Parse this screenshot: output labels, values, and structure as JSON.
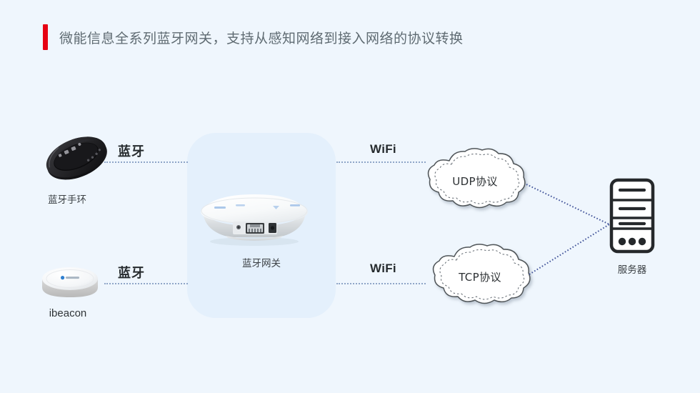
{
  "page": {
    "background_color": "#eff6fd",
    "accent_color": "#e60012",
    "panel_color": "#e4f0fc",
    "line_color": "#8fa6c8"
  },
  "header": {
    "title": "微能信息全系列蓝牙网关，支持从感知网络到接入网络的协议转换",
    "accent_bar": "red-accent-bar"
  },
  "diagram": {
    "nodes": {
      "wristband": {
        "caption": "蓝牙手环",
        "icon": "bluetooth-wristband-icon"
      },
      "ibeacon": {
        "caption": "ibeacon",
        "icon": "ibeacon-puck-icon"
      },
      "gateway": {
        "caption": "蓝牙网关",
        "icon": "bluetooth-gateway-icon"
      },
      "cloud_udp": {
        "label": "UDP协议",
        "icon": "cloud-icon"
      },
      "cloud_tcp": {
        "label": "TCP协议",
        "icon": "cloud-icon"
      },
      "server": {
        "caption": "服务器",
        "icon": "server-tower-icon"
      }
    },
    "links": [
      {
        "id": "wristband-to-gateway",
        "label": "蓝牙",
        "style": "dotted"
      },
      {
        "id": "ibeacon-to-gateway",
        "label": "蓝牙",
        "style": "dotted"
      },
      {
        "id": "gateway-to-udp",
        "label": "WiFi",
        "style": "dotted"
      },
      {
        "id": "gateway-to-tcp",
        "label": "WiFi",
        "style": "dotted"
      },
      {
        "id": "udp-to-server",
        "label": "",
        "style": "dotted"
      },
      {
        "id": "tcp-to-server",
        "label": "",
        "style": "dotted"
      }
    ]
  }
}
